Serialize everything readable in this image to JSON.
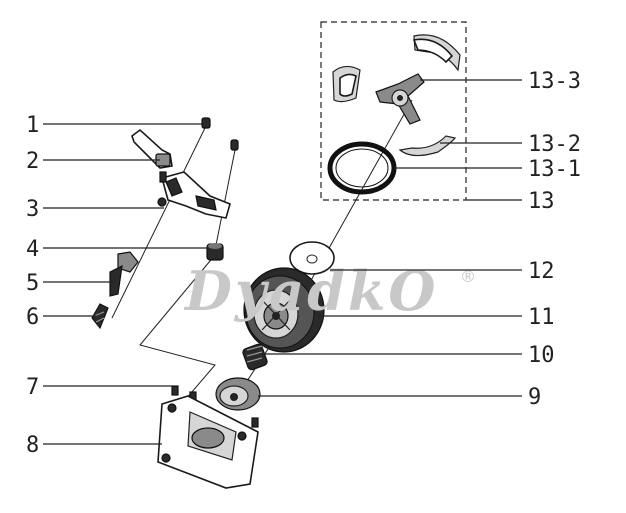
{
  "watermark": {
    "text": "DyadkO",
    "mark": "®"
  },
  "callouts": [
    {
      "id": "1",
      "label": "1"
    },
    {
      "id": "2",
      "label": "2"
    },
    {
      "id": "3",
      "label": "3"
    },
    {
      "id": "4",
      "label": "4"
    },
    {
      "id": "5",
      "label": "5"
    },
    {
      "id": "6",
      "label": "6"
    },
    {
      "id": "7",
      "label": "7"
    },
    {
      "id": "8",
      "label": "8"
    },
    {
      "id": "13-3",
      "label": "13-3"
    },
    {
      "id": "13-2",
      "label": "13-2"
    },
    {
      "id": "13-1",
      "label": "13-1"
    },
    {
      "id": "13",
      "label": "13"
    },
    {
      "id": "12",
      "label": "12"
    },
    {
      "id": "11",
      "label": "11"
    },
    {
      "id": "10",
      "label": "10"
    },
    {
      "id": "9",
      "label": "9"
    }
  ]
}
